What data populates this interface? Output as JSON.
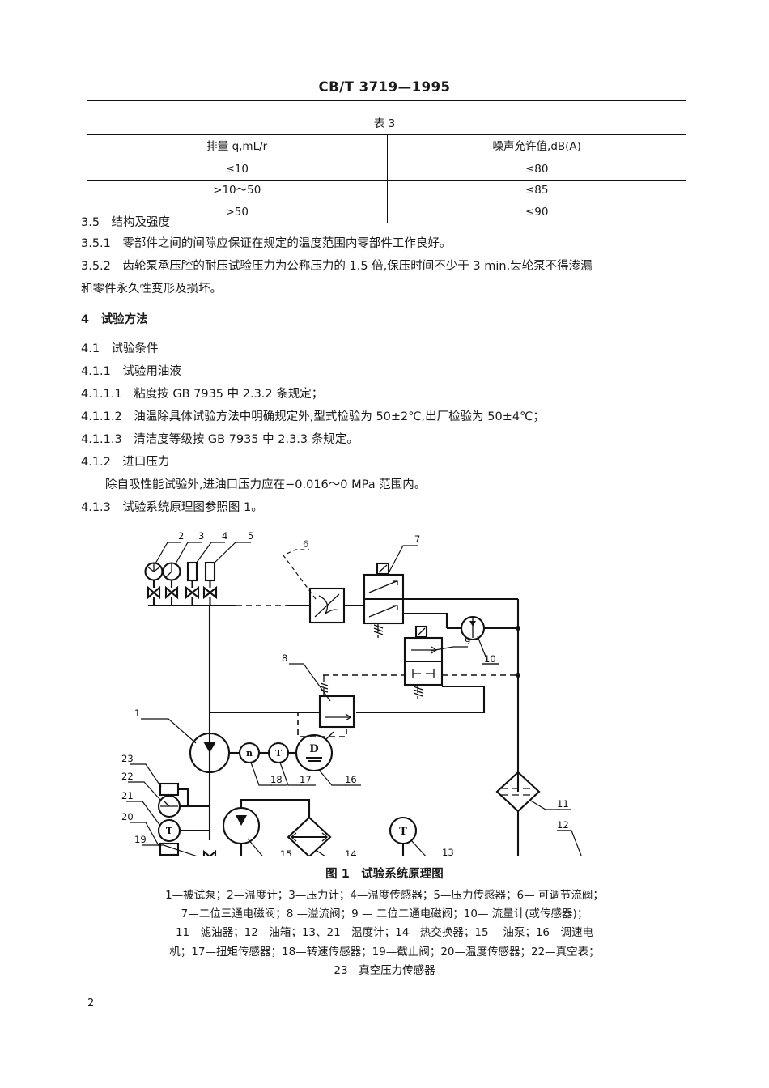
{
  "header": {
    "standard_no": "CB/T 3719—1995",
    "page_number": "2"
  },
  "table": {
    "title": "表 3",
    "columns": [
      "排量 q,mL/r",
      "噪声允许值,dB(A)"
    ],
    "rows": [
      [
        "≤10",
        "≤80"
      ],
      [
        ">10～50",
        "≤85"
      ],
      [
        ">50",
        "≤90"
      ]
    ]
  },
  "body": {
    "lines": [
      "3.5 结构及强度",
      "3.5.1 零部件之间的间隙应保证在规定的温度范围内零部件工作良好。",
      "3.5.2 齿轮泵承压腔的耐压试验压力为公称压力的 1.5 倍,保压时间不少于 3 min,齿轮泵不得渗漏",
      "和零件永久性变形及损坏。",
      "4 试验方法",
      "4.1 试验条件",
      "4.1.1 试验用油液",
      "4.1.1.1 粘度按 GB 7935 中 2.3.2 条规定；",
      "4.1.1.2 油温除具体试验方法中明确规定外,型式检验为 50±2℃,出厂检验为 50±4℃；",
      "4.1.1.3 清洁度等级按 GB 7935 中 2.3.3 条规定。",
      "4.1.2 进口压力",
      "除自吸性能试验外,进油口压力应在−0.016～0 MPa 范围内。",
      "4.1.3 试验系统原理图参照图 1。"
    ],
    "l0": "3.5 结构及强度",
    "l1": "3.5.1 零部件之间的间隙应保证在规定的温度范围内零部件工作良好。",
    "l2": "3.5.2 齿轮泵承压腔的耐压试验压力为公称压力的 1.5 倍,保压时间不少于 3 min,齿轮泵不得渗漏",
    "l3": "和零件永久性变形及损坏。",
    "l4": "4 试验方法",
    "l5": "4.1 试验条件",
    "l6": "4.1.1 试验用油液",
    "l7": "4.1.1.1 粘度按 GB 7935 中 2.3.2 条规定；",
    "l8": "4.1.1.2 油温除具体试验方法中明确规定外,型式检验为 50±2℃,出厂检验为 50±4℃；",
    "l9": "4.1.1.3 清洁度等级按 GB 7935 中 2.3.3 条规定。",
    "l10": "4.1.2 进口压力",
    "l11": "除自吸性能试验外,进油口压力应在−0.016～0 MPa 范围内。",
    "l12": "4.1.3 试验系统原理图参照图 1。"
  },
  "figure": {
    "caption": "图 1 试验系统原理图",
    "legend_lines": [
      "1—被试泵；2—温度计；3—压力计；4—温度传感器；5—压力传感器；6— 可调节流阀；",
      "7—二位三通电磁阀；8 —溢流阀；9 — 二位二通电磁阀；10— 流量计(或传感器)；",
      "11—滤油器；12—油箱；13、21—温度计；14—热交换器；15— 油泵；16—调速电",
      "机；17—扭矩传感器；18—转速传感器；19—截止阀；20—温度传感器；22—真空表；",
      "23—真空压力传感器"
    ],
    "lg0": "1—被试泵；2—温度计；3—压力计；4—温度传感器；5—压力传感器；6— 可调节流阀；",
    "lg1": "7—二位三通电磁阀；8 —溢流阀；9 — 二位二通电磁阀；10— 流量计(或传感器)；",
    "lg2": "11—滤油器；12—油箱；13、21—温度计；14—热交换器；15— 油泵；16—调速电",
    "lg3": "机；17—扭矩传感器；18—转速传感器；19—截止阀；20—温度传感器；22—真空表；",
    "lg4": "23—真空压力传感器",
    "callouts": {
      "n1": "1",
      "n2": "2",
      "n3": "3",
      "n4": "4",
      "n5": "5",
      "n6": "6",
      "n7": "7",
      "n8": "8",
      "n9": "9",
      "n10": "10",
      "n11": "11",
      "n12": "12",
      "n13": "13",
      "n14": "14",
      "n15": "15",
      "n16": "16",
      "n17": "17",
      "n18": "18",
      "n19": "19",
      "n20": "20",
      "n21": "21",
      "n22": "22",
      "n23": "23"
    },
    "symbol_text": {
      "motor": "D",
      "speed_sensor": "n",
      "torque_sensor": "T",
      "thermometer_left": "T",
      "thermometer_bottom": "T"
    }
  },
  "colors": {
    "ink": "#111111",
    "paper": "#ffffff"
  }
}
